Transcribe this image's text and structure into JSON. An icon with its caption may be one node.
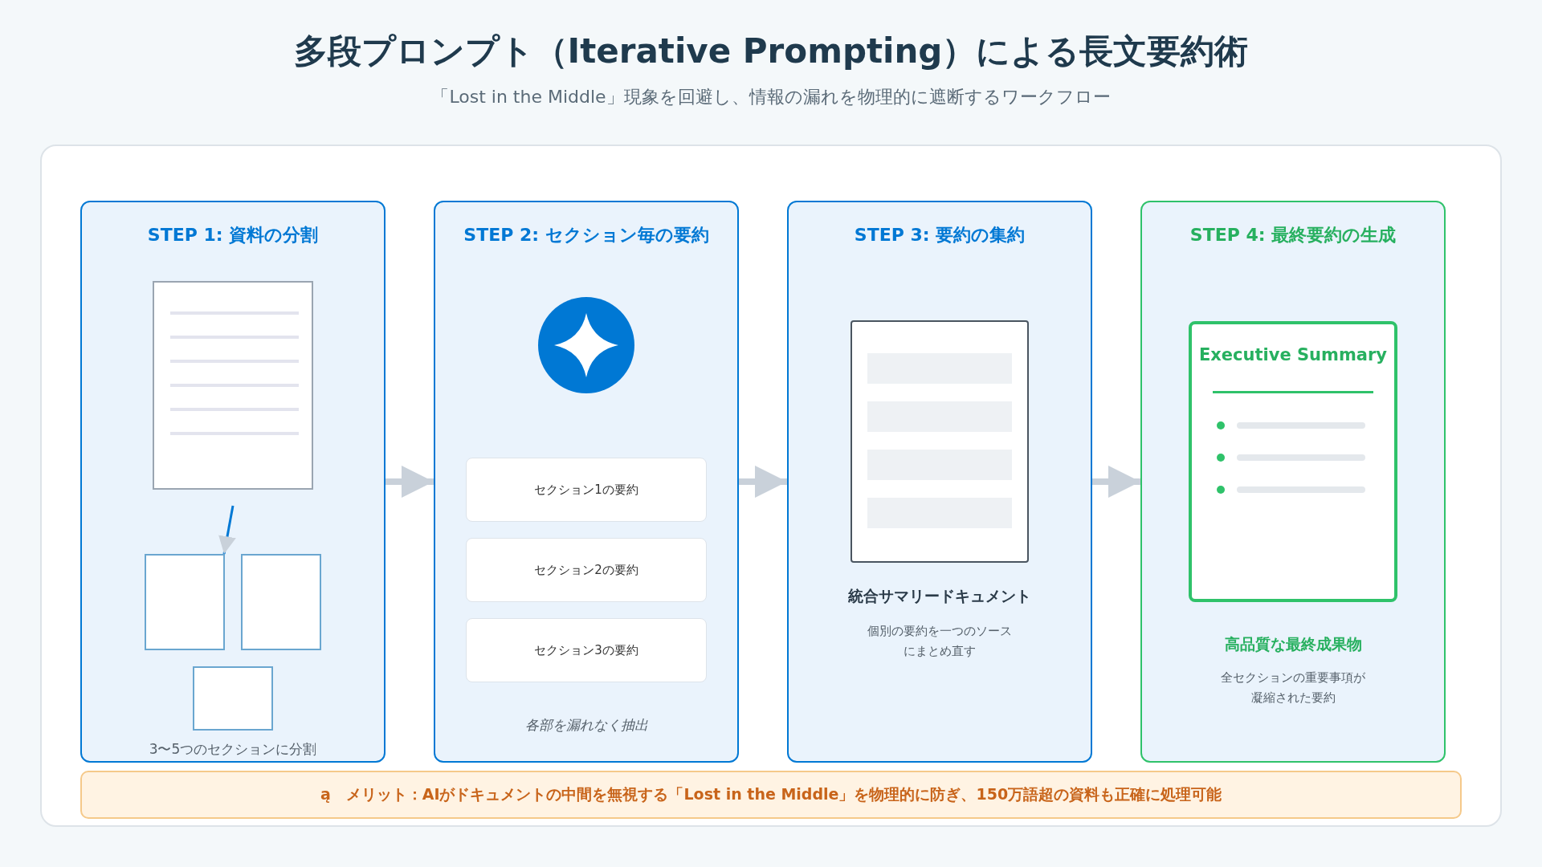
{
  "diagram": {
    "title": "多段プロンプト（Iterative Prompting）による長文要約術",
    "nodes": [
      {
        "text": [
          "STEP 1: 資料の分割",
          "3〜5つのセクションに分割"
        ]
      },
      {
        "text": [],
        "shape": "picture",
        "in": 0
      },
      {
        "text": [],
        "shape": "box",
        "in": 0
      },
      {
        "text": [],
        "shape": "box",
        "in": 0
      },
      {
        "text": [],
        "shape": "box",
        "in": 0
      },
      {
        "text": [
          "STEP 2: セクション毎の要約",
          "各部を漏れなく抽出"
        ]
      },
      {
        "text": [
          "セクション1の要約"
        ],
        "in": 5
      },
      {
        "text": [
          "セクション2の要約"
        ],
        "in": 5
      },
      {
        "text": [
          "セクション3の要約"
        ],
        "in": 5
      },
      {
        "text": [
          "STEP 3: 要約の集約",
          "統合サマリードキュメント",
          "個別の要約を一つのソースにまとめ直す"
        ]
      },
      {
        "text": [
          "STEP 4: 最終要約の生成",
          "高品質な最終成果物",
          "全セクションの重要事項が凝縮された要約"
        ]
      },
      {
        "text": [
          "Executive Summary"
        ],
        "in": 10
      },
      {
        "text": [
          "ą　メリット：AIがドキュメントの中間を無視する「Lost in the Middle」を物理的に防ぎ、150万語超の資料も正確に処理可能"
        ]
      }
    ],
    "edges": [
      {
        "from": 0,
        "to": 5,
        "arrow": "to"
      },
      {
        "from": 5,
        "to": 9,
        "arrow": "to"
      },
      {
        "from": 9,
        "to": 10,
        "arrow": "to"
      },
      {
        "from": 1,
        "to": 2,
        "arrow": "to",
        "color": "#0078d4"
      }
    ],
    "labels": [
      "「Lost in the Middle」現象を回避し、情報の漏れを物理的に遮断するワークフロー"
    ]
  }
}
